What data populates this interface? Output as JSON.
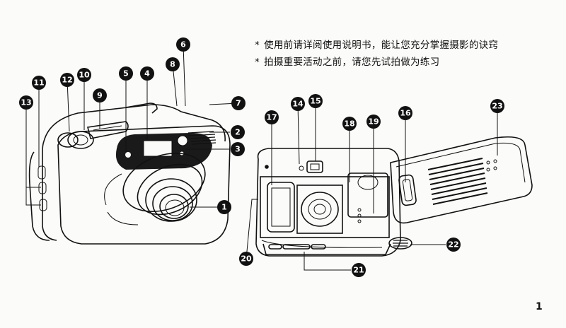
{
  "notes": [
    {
      "bullet": "*",
      "text": "使用前请详阅使用说明书，能让您充分掌握摄影的诀窍"
    },
    {
      "bullet": "*",
      "text": "拍摄重要活动之前，请您先试拍做为练习"
    }
  ],
  "callouts": [
    "1",
    "2",
    "3",
    "4",
    "5",
    "6",
    "7",
    "8",
    "9",
    "10",
    "11",
    "12",
    "13",
    "14",
    "15",
    "16",
    "17",
    "18",
    "19",
    "20",
    "21",
    "22",
    "23"
  ],
  "page_number": "1"
}
